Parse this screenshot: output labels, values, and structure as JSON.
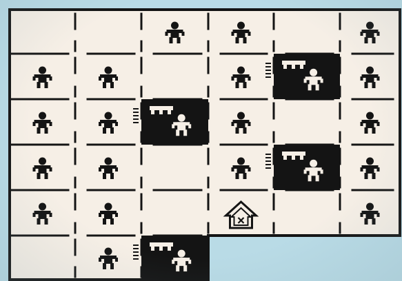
{
  "colors": {
    "paper": "#f6efe6",
    "ink": "#141414",
    "backdrop": "#b9dbe6",
    "beam": "#f6efe6"
  },
  "board": {
    "columns": 6,
    "rows": 6,
    "cells": [
      [
        "empty",
        "empty",
        "person",
        "person",
        "empty",
        "person"
      ],
      [
        "person",
        "person",
        "empty",
        "person",
        "dark_person",
        "person"
      ],
      [
        "person",
        "person",
        "dark_person",
        "person",
        "empty",
        "person"
      ],
      [
        "person",
        "person",
        "empty",
        "person",
        "dark_person",
        "person"
      ],
      [
        "person",
        "person",
        "empty",
        "house",
        "empty",
        "person"
      ],
      [
        "empty",
        "person",
        "dark_person",
        "outside",
        "outside",
        "outside"
      ]
    ]
  },
  "icons": {
    "person": "person-icon",
    "dark_person": "trapped-person-icon",
    "house": "house-icon",
    "house_mark": "x-mark-icon"
  }
}
